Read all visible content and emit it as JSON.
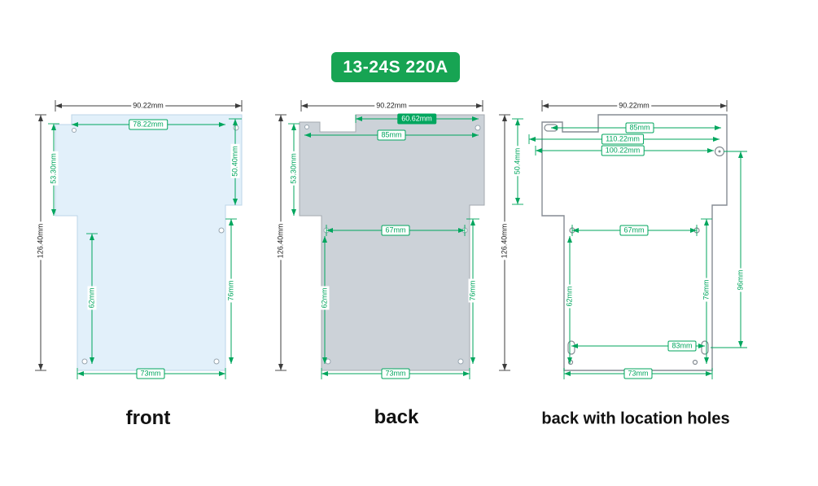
{
  "title_badge": {
    "label": "13-24S 220A"
  },
  "colors": {
    "accent_green": "#00a65e",
    "badge_green": "#17a453",
    "dark_line": "#3c3c3c",
    "board_front_fill": "#e2f0fa",
    "board_back_fill": "#ccd2d8"
  },
  "views": {
    "front": {
      "caption": "front",
      "dims": {
        "top_width": "90.22mm",
        "inner_top_width": "78.22mm",
        "right_upper_height": "50.40mm",
        "left_upper_height": "53.30mm",
        "total_height": "126.40mm",
        "left_inner_height": "62mm",
        "right_inner_height": "76mm",
        "bottom_width": "73mm"
      }
    },
    "back": {
      "caption": "back",
      "dims": {
        "top_width": "90.22mm",
        "top_notch_width": "60.62mm",
        "inner_top_width": "85mm",
        "left_upper_height": "53.30mm",
        "total_height": "126.40mm",
        "mid_hole_width": "67mm",
        "left_inner_height": "62mm",
        "right_inner_height": "76mm",
        "bottom_width": "73mm"
      }
    },
    "back_holes": {
      "caption": "back with location holes",
      "dims": {
        "top_width": "90.22mm",
        "hole_width_85": "85mm",
        "hole_width_110": "110.22mm",
        "hole_width_100": "100.22mm",
        "left_upper_height": "50.4mm",
        "total_height": "126.40mm",
        "mid_hole_width": "67mm",
        "left_inner_height": "62mm",
        "right_inner_height": "76mm",
        "right_hole_height": "96mm",
        "bottom_hole_width": "83mm",
        "bottom_width": "73mm"
      }
    }
  }
}
